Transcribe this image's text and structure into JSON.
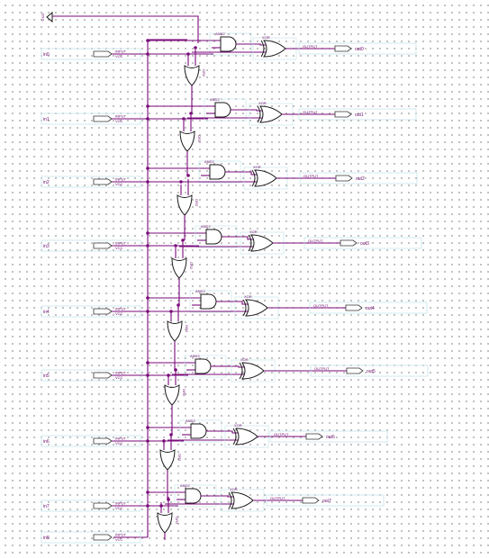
{
  "colors": {
    "wire": "#7a0a7a",
    "gate_stroke": "#1a1a1a",
    "pin_fill": "#ffffff",
    "pin_stroke": "#333333",
    "box_stroke": "#bfe0e8",
    "label": "#6a0a6a"
  },
  "gnd_label": "GND",
  "inputs": [
    "in0",
    "in1",
    "in2",
    "in3",
    "in4",
    "in5",
    "in6",
    "in7",
    "in8"
  ],
  "input_pin_text": "INPUT",
  "input_pin_subtext": "VCC",
  "outputs": [
    "out0",
    "out1",
    "out2",
    "out3",
    "out4",
    "out5",
    "out6",
    "out7"
  ],
  "output_pin_text": "OUTPUT",
  "and_gate_text": "AND2",
  "or_gate_text": "OR2",
  "xor_gate_text": "XOR"
}
